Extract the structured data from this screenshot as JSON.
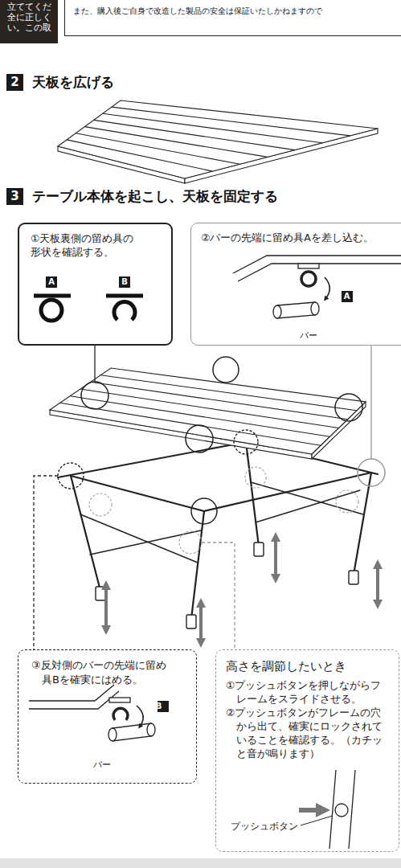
{
  "diagram": {
    "nodes": [
      {
        "text": [
          "立ててくだ 全に正しく い。この取"
        ]
      },
      {
        "text": [
          "また、購入後ご自身で改造した製品の安全は保証いたしかねますので"
        ]
      },
      {
        "text": [
          "2",
          "天板を広げる"
        ]
      },
      {
        "text": [
          "3",
          "テーブル本体を起こし、天板を固定する"
        ]
      },
      {
        "text": [
          "①天板裏側の留め具の形状を確認する。"
        ]
      },
      {
        "text": [
          "A"
        ],
        "in": 4
      },
      {
        "text": [
          "B"
        ],
        "in": 4
      },
      {
        "text": [
          "②バーの先端に留め具Aを差し込む。"
        ]
      },
      {
        "text": [
          "A"
        ],
        "in": 7
      },
      {
        "text": [
          "③反対側のバーの先端に留め具Bを確実にはめる。"
        ]
      },
      {
        "text": [
          "B"
        ],
        "in": 9
      },
      {
        "text": [
          "高さを調節したいとき",
          "①プッシュボタンを押しながらフレームをスライドさせる。",
          "②プッシュボタンがフレームの穴から出て、確実にロックされていることを確認する。（カチッと音が鳴ります）"
        ]
      }
    ],
    "labels": [
      "バー",
      "バー",
      "プッシュボタン"
    ]
  }
}
